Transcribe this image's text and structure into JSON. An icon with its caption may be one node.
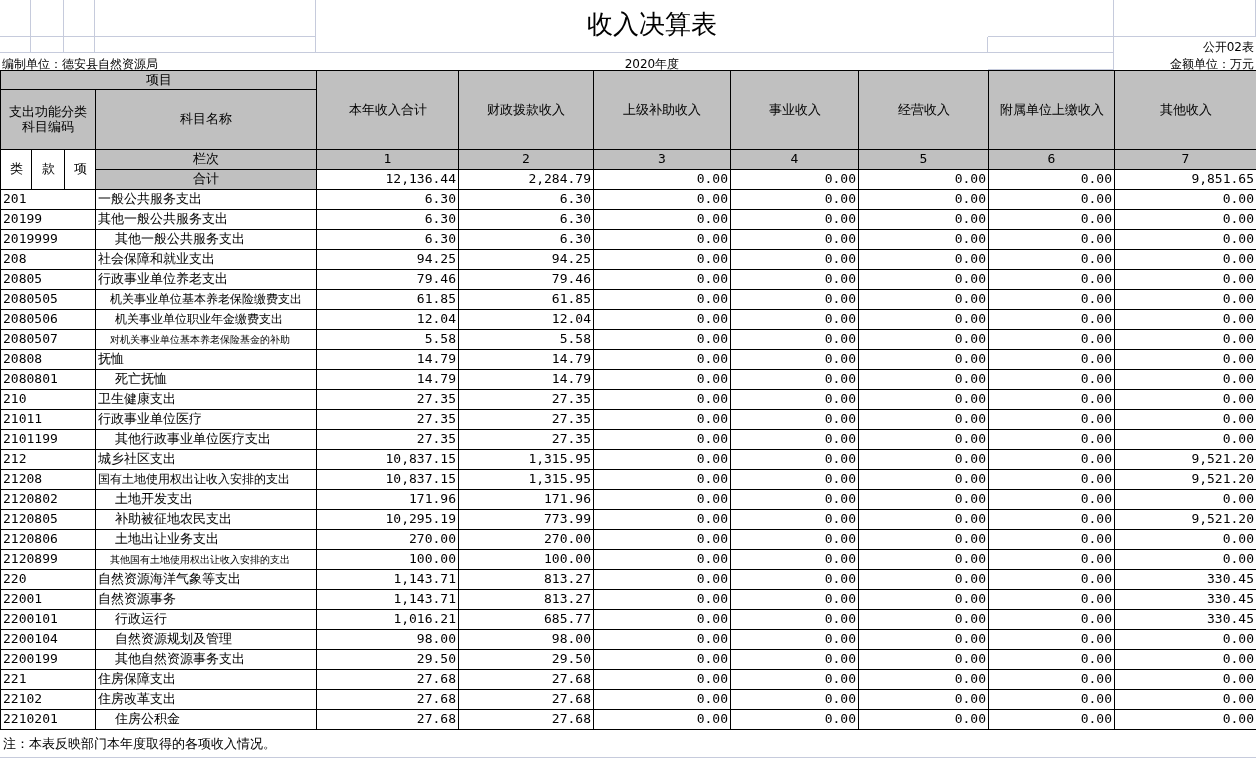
{
  "diagram": {
    "title": "收入决算表",
    "labels": [
      "公开02表",
      "编制单位：德安县自然资源局",
      "2020年度",
      "金额单位：万元",
      "项目",
      "本年收入合计",
      "财政拨款收入",
      "上级补助收入",
      "事业收入",
      "经营收入",
      "附属单位上缴收入",
      "其他收入",
      "支出功能分类科目编码",
      "科目名称",
      "类",
      "款",
      "项",
      "栏次",
      "1",
      "2",
      "3",
      "4",
      "5",
      "6",
      "7",
      "合计",
      "12,136.44",
      "2,284.79",
      "0.00",
      "0.00",
      "0.00",
      "0.00",
      "9,851.65",
      "201",
      "一般公共服务支出",
      "6.30",
      "6.30",
      "0.00",
      "0.00",
      "0.00",
      "0.00",
      "0.00",
      "20199",
      "其他一般公共服务支出",
      "6.30",
      "6.30",
      "0.00",
      "0.00",
      "0.00",
      "0.00",
      "0.00",
      "2019999",
      "其他一般公共服务支出",
      "6.30",
      "6.30",
      "0.00",
      "0.00",
      "0.00",
      "0.00",
      "0.00",
      "208",
      "社会保障和就业支出",
      "94.25",
      "94.25",
      "0.00",
      "0.00",
      "0.00",
      "0.00",
      "0.00",
      "20805",
      "行政事业单位养老支出",
      "79.46",
      "79.46",
      "0.00",
      "0.00",
      "0.00",
      "0.00",
      "0.00",
      "2080505",
      "机关事业单位基本养老保险缴费支出",
      "61.85",
      "61.85",
      "0.00",
      "0.00",
      "0.00",
      "0.00",
      "0.00",
      "2080506",
      "机关事业单位职业年金缴费支出",
      "12.04",
      "12.04",
      "0.00",
      "0.00",
      "0.00",
      "0.00",
      "0.00",
      "2080507",
      "对机关事业单位基本养老保险基金的补助",
      "5.58",
      "5.58",
      "0.00",
      "0.00",
      "0.00",
      "0.00",
      "0.00",
      "20808",
      "抚恤",
      "14.79",
      "14.79",
      "0.00",
      "0.00",
      "0.00",
      "0.00",
      "0.00",
      "2080801",
      "死亡抚恤",
      "14.79",
      "14.79",
      "0.00",
      "0.00",
      "0.00",
      "0.00",
      "0.00",
      "210",
      "卫生健康支出",
      "27.35",
      "27.35",
      "0.00",
      "0.00",
      "0.00",
      "0.00",
      "0.00",
      "21011",
      "行政事业单位医疗",
      "27.35",
      "27.35",
      "0.00",
      "0.00",
      "0.00",
      "0.00",
      "0.00",
      "2101199",
      "其他行政事业单位医疗支出",
      "27.35",
      "27.35",
      "0.00",
      "0.00",
      "0.00",
      "0.00",
      "0.00",
      "212",
      "城乡社区支出",
      "10,837.15",
      "1,315.95",
      "0.00",
      "0.00",
      "0.00",
      "0.00",
      "9,521.20",
      "21208",
      "国有土地使用权出让收入安排的支出",
      "10,837.15",
      "1,315.95",
      "0.00",
      "0.00",
      "0.00",
      "0.00",
      "9,521.20",
      "2120802",
      "土地开发支出",
      "171.96",
      "171.96",
      "0.00",
      "0.00",
      "0.00",
      "0.00",
      "0.00",
      "2120805",
      "补助被征地农民支出",
      "10,295.19",
      "773.99",
      "0.00",
      "0.00",
      "0.00",
      "0.00",
      "9,521.20",
      "2120806",
      "土地出让业务支出",
      "270.00",
      "270.00",
      "0.00",
      "0.00",
      "0.00",
      "0.00",
      "0.00",
      "2120899",
      "其他国有土地使用权出让收入安排的支出",
      "100.00",
      "100.00",
      "0.00",
      "0.00",
      "0.00",
      "0.00",
      "0.00",
      "220",
      "自然资源海洋气象等支出",
      "1,143.71",
      "813.27",
      "0.00",
      "0.00",
      "0.00",
      "0.00",
      "330.45",
      "22001",
      "自然资源事务",
      "1,143.71",
      "813.27",
      "0.00",
      "0.00",
      "0.00",
      "0.00",
      "330.45",
      "2200101",
      "行政运行",
      "1,016.21",
      "685.77",
      "0.00",
      "0.00",
      "0.00",
      "0.00",
      "330.45",
      "2200104",
      "自然资源规划及管理",
      "98.00",
      "98.00",
      "0.00",
      "0.00",
      "0.00",
      "0.00",
      "0.00",
      "2200199",
      "其他自然资源事务支出",
      "29.50",
      "29.50",
      "0.00",
      "0.00",
      "0.00",
      "0.00",
      "0.00",
      "221",
      "住房保障支出",
      "27.68",
      "27.68",
      "0.00",
      "0.00",
      "0.00",
      "0.00",
      "0.00",
      "22102",
      "住房改革支出",
      "27.68",
      "27.68",
      "0.00",
      "0.00",
      "0.00",
      "0.00",
      "0.00",
      "2210201",
      "住房公积金",
      "27.68",
      "27.68",
      "0.00",
      "0.00",
      "0.00",
      "0.00",
      "0.00",
      "注：本表反映部门本年度取得的各项收入情况。"
    ]
  }
}
